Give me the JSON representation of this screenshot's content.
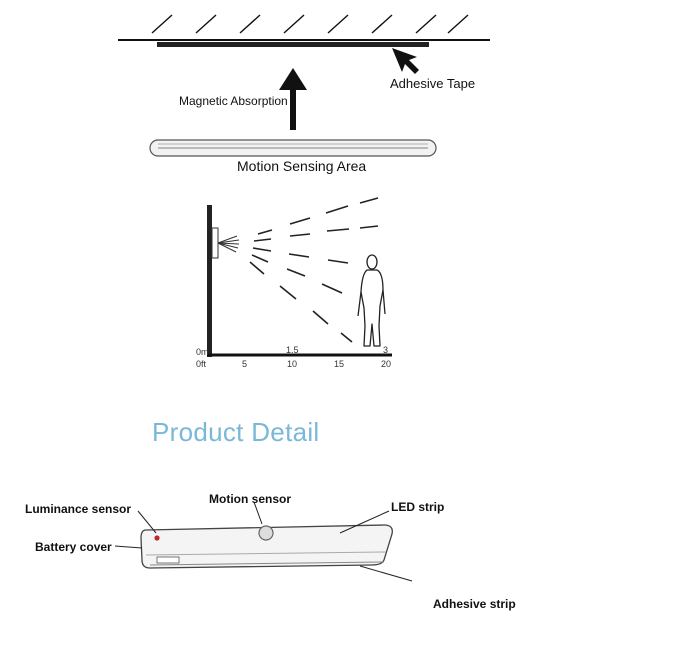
{
  "install": {
    "magnetic_label": "Magnetic Absorption",
    "adhesive_tape_label": "Adhesive Tape",
    "sensing_area_label": "Motion Sensing Area"
  },
  "range": {
    "meter_ticks": [
      "0m",
      "1.5",
      "3"
    ],
    "feet_ticks": [
      "0ft",
      "5",
      "10",
      "15",
      "20"
    ]
  },
  "detail": {
    "title": "Product Detail",
    "luminance_sensor": "Luminance sensor",
    "motion_sensor": "Motion sensor",
    "led_strip": "LED strip",
    "battery_cover": "Battery cover",
    "adhesive_strip": "Adhesive strip"
  },
  "colors": {
    "title": "#7ab8d8",
    "line": "#111111",
    "sensor_dot": "#c0282a"
  }
}
